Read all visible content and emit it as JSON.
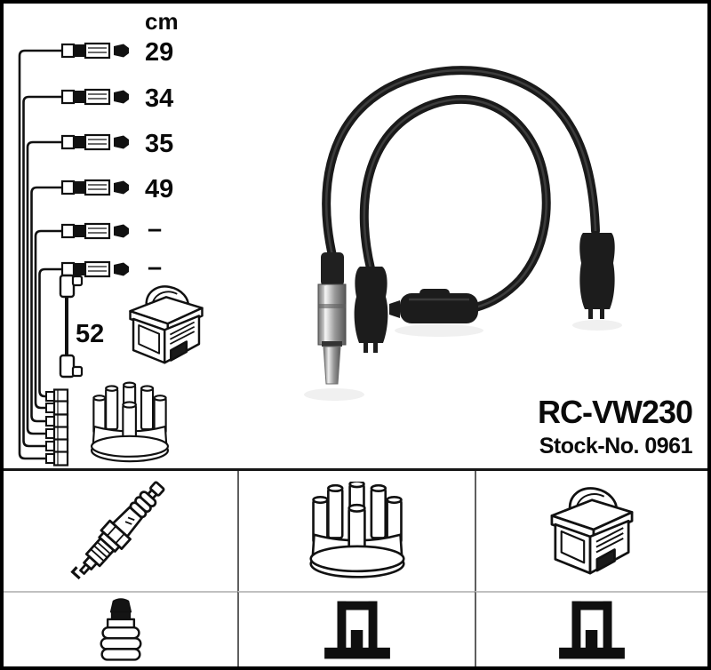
{
  "product": {
    "code": "RC-VW230",
    "stock_label": "Stock-No.",
    "stock_number": "0961"
  },
  "measurements": {
    "unit": "cm",
    "cable_lengths": [
      "29",
      "34",
      "35",
      "49",
      "–",
      "–"
    ],
    "coil_cable_length": "52"
  },
  "legend_icons": {
    "top_row": [
      "spark-plug-icon",
      "distributor-cap-icon",
      "ignition-coil-icon"
    ],
    "bottom_row": [
      "plug-terminal-nut-icon",
      "din-connector-icon",
      "din-connector-icon"
    ]
  },
  "colors": {
    "background": "#ffffff",
    "ink": "#111111",
    "cable_black": "#1c1c1c",
    "frame_border": "#000000",
    "grid_divider_vertical": "#5f5f5f",
    "grid_divider_horizontal": "#c0c0c0",
    "metal_connector": "#c9c9c9"
  }
}
